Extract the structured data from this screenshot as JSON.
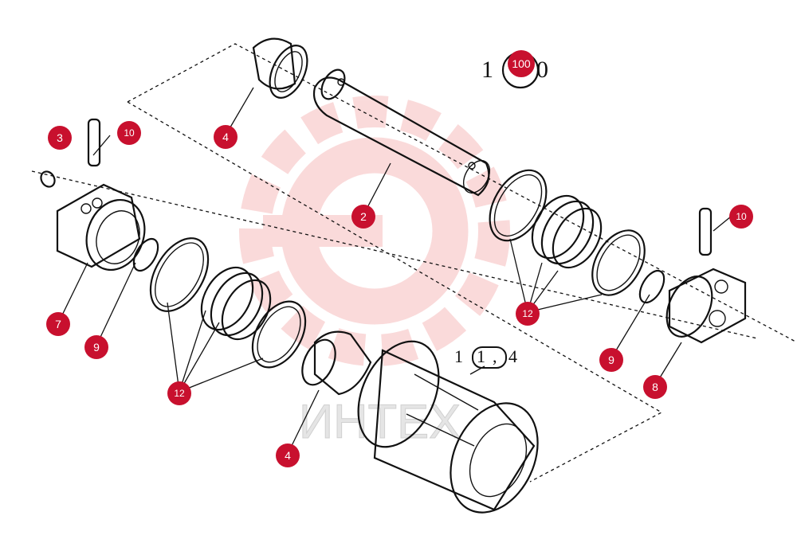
{
  "watermark": {
    "text": "ИНТЕХ",
    "color": "#e53a3a"
  },
  "top_note": {
    "prefix": "1",
    "suffix": "0",
    "badge": "100"
  },
  "roller_note": {
    "prefix": "1",
    "mid": "1",
    "sep": ",",
    "suffix": "4"
  },
  "callouts": {
    "c2": "2",
    "c3": "3",
    "c4_top": "4",
    "c4_bottom": "4",
    "c7": "7",
    "c8": "8",
    "c9_left": "9",
    "c9_right": "9",
    "c10_left": "10",
    "c10_right": "10",
    "c12_left": "12",
    "c12_right": "12"
  },
  "colors": {
    "badge": "#c8102e",
    "line": "#111111"
  }
}
